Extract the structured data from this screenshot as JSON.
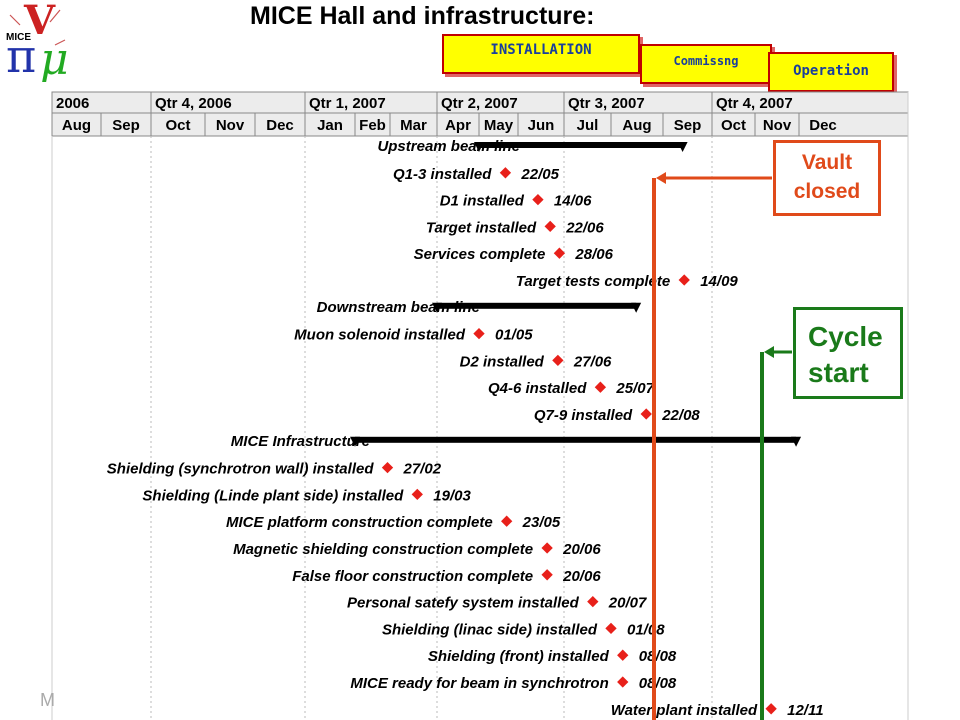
{
  "title": "MICE Hall and infrastructure:",
  "logo": {
    "text": "MICE"
  },
  "phases": {
    "installation": "INSTALLATION",
    "commissioning": "Commissng",
    "operation": "Operation"
  },
  "header": {
    "years": [
      "2006",
      "Qtr 4, 2006",
      "Qtr 1, 2007",
      "Qtr 2, 2007",
      "Qtr 3, 2007",
      "Qtr 4, 2007"
    ],
    "months": [
      "Aug",
      "Sep",
      "Oct",
      "Nov",
      "Dec",
      "Jan",
      "Feb",
      "Mar",
      "Apr",
      "May",
      "Jun",
      "Jul",
      "Aug",
      "Sep",
      "Oct",
      "Nov",
      "Dec"
    ]
  },
  "tasks": [
    {
      "label": "Upstream beam line",
      "kind": "summary"
    },
    {
      "label": "Q1-3 installed",
      "kind": "milestone",
      "date": "22/05"
    },
    {
      "label": "D1 installed",
      "kind": "milestone",
      "date": "14/06"
    },
    {
      "label": "Target installed",
      "kind": "milestone",
      "date": "22/06"
    },
    {
      "label": "Services complete",
      "kind": "milestone",
      "date": "28/06"
    },
    {
      "label": "Target tests complete",
      "kind": "milestone",
      "date": "14/09"
    },
    {
      "label": "Downstream beam line",
      "kind": "summary"
    },
    {
      "label": "Muon solenoid installed",
      "kind": "milestone",
      "date": "01/05"
    },
    {
      "label": "D2 installed",
      "kind": "milestone",
      "date": "27/06"
    },
    {
      "label": "Q4-6 installed",
      "kind": "milestone",
      "date": "25/07"
    },
    {
      "label": "Q7-9 installed",
      "kind": "milestone",
      "date": "22/08"
    },
    {
      "label": "MICE Infrastructure",
      "kind": "summary"
    },
    {
      "label": "Shielding (synchrotron wall) installed",
      "kind": "milestone",
      "date": "27/02"
    },
    {
      "label": "Shielding (Linde plant side) installed",
      "kind": "milestone",
      "date": "19/03"
    },
    {
      "label": "MICE platform construction complete",
      "kind": "milestone",
      "date": "23/05"
    },
    {
      "label": "Magnetic shielding construction complete",
      "kind": "milestone",
      "date": "20/06"
    },
    {
      "label": "False floor construction complete",
      "kind": "milestone",
      "date": "20/06"
    },
    {
      "label": "Personal satefy system installed",
      "kind": "milestone",
      "date": "20/07"
    },
    {
      "label": "Shielding (linac side) installed",
      "kind": "milestone",
      "date": "01/08"
    },
    {
      "label": "Shielding (front) installed",
      "kind": "milestone",
      "date": "08/08"
    },
    {
      "label": "MICE ready for beam in synchrotron",
      "kind": "milestone",
      "date": "08/08"
    },
    {
      "label": "Water plant installed",
      "kind": "milestone",
      "date": "12/11"
    }
  ],
  "annotations": {
    "vault": "Vault closed",
    "cycle": "Cycle start"
  },
  "footer": "M",
  "colors": {
    "milestone": "#e8201a",
    "vault": "#e04a1a",
    "cycle": "#1a7a1a",
    "phase_fill": "#ffff00",
    "phase_text": "#1a3f9c"
  }
}
